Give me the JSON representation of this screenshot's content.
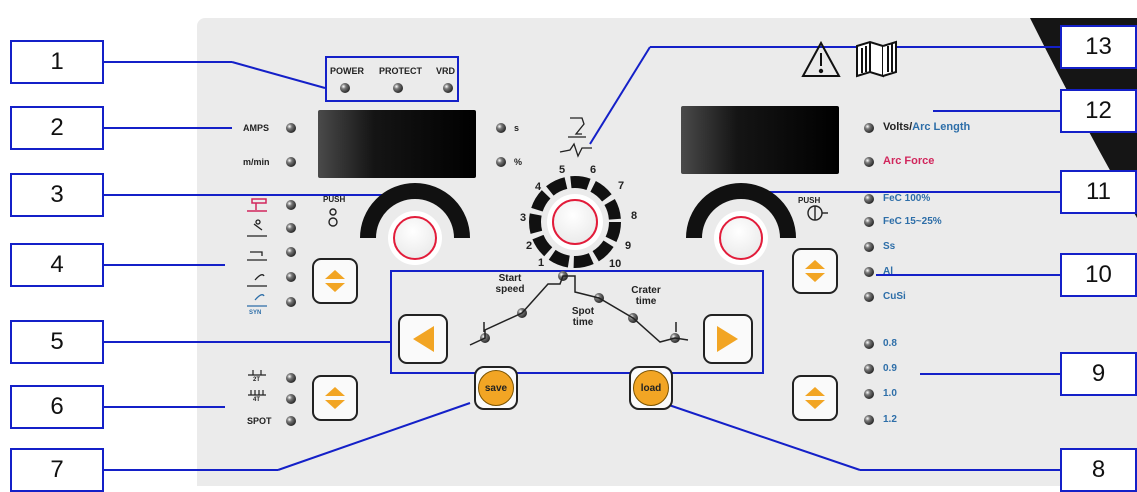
{
  "colors": {
    "accent_blue": "#1420c8",
    "label_blue": "#2d6ea8",
    "label_red": "#d1265c",
    "button_orange": "#f2a524",
    "panel": "#ebebeb"
  },
  "callouts": [
    "1",
    "2",
    "3",
    "4",
    "5",
    "6",
    "7",
    "8",
    "9",
    "10",
    "11",
    "12",
    "13"
  ],
  "indicators": {
    "power": "POWER",
    "protect": "PROTECT",
    "vrd": "VRD"
  },
  "left_display": {
    "amps": "AMPS",
    "mmin": "m/min",
    "s": "s",
    "pct": "%"
  },
  "push_label": "PUSH",
  "right_display": {
    "volts": "Volts/",
    "arc_length": "Arc Length",
    "arc_force": "Arc Force"
  },
  "materials": [
    "FeC 100%",
    "FeC 15~25%",
    "Ss",
    "Al",
    "CuSi"
  ],
  "wire": [
    "0.8",
    "0.9",
    "1.0",
    "1.2"
  ],
  "process": {
    "syn": "SYN"
  },
  "trigger": {
    "t2": "2T",
    "t4": "4T",
    "spot": "SPOT"
  },
  "sequence": {
    "start_speed": "Start\nspeed",
    "spot_time": "Spot\ntime",
    "crater_time": "Crater\ntime"
  },
  "dial_numbers": [
    "1",
    "2",
    "3",
    "4",
    "5",
    "6",
    "7",
    "8",
    "9",
    "10"
  ],
  "buttons": {
    "save": "save",
    "load": "load"
  },
  "icons": [
    "warning-icon",
    "manual-book-icon",
    "torch-icon",
    "up-down-arrow-icon",
    "left-arrow-icon",
    "right-arrow-icon"
  ]
}
